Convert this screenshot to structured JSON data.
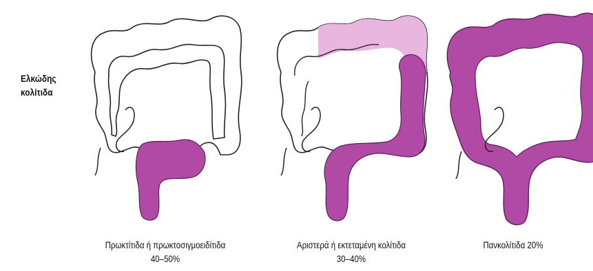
{
  "side_label": [
    "Ελκώδης",
    "κολίτιδα"
  ],
  "colors": {
    "inflamed": "#b04aa5",
    "inflamed_light": "#e8b6df",
    "outline": "#222222",
    "healthy": "#ffffff"
  },
  "panels": [
    {
      "caption_line1": "Πρωκτίτιδα ή πρωκτοσιγμοειδίτιδα",
      "caption_line2": "40–50%",
      "extent": "proctosigmoid"
    },
    {
      "caption_line1": "Αριστερά ή εκτεταμένη κολίτιδα",
      "caption_line2": "30–40%",
      "extent": "left-extended"
    },
    {
      "caption_line1": "Πανκολίτιδα 20%",
      "caption_line2": "",
      "extent": "pancolitis"
    }
  ]
}
